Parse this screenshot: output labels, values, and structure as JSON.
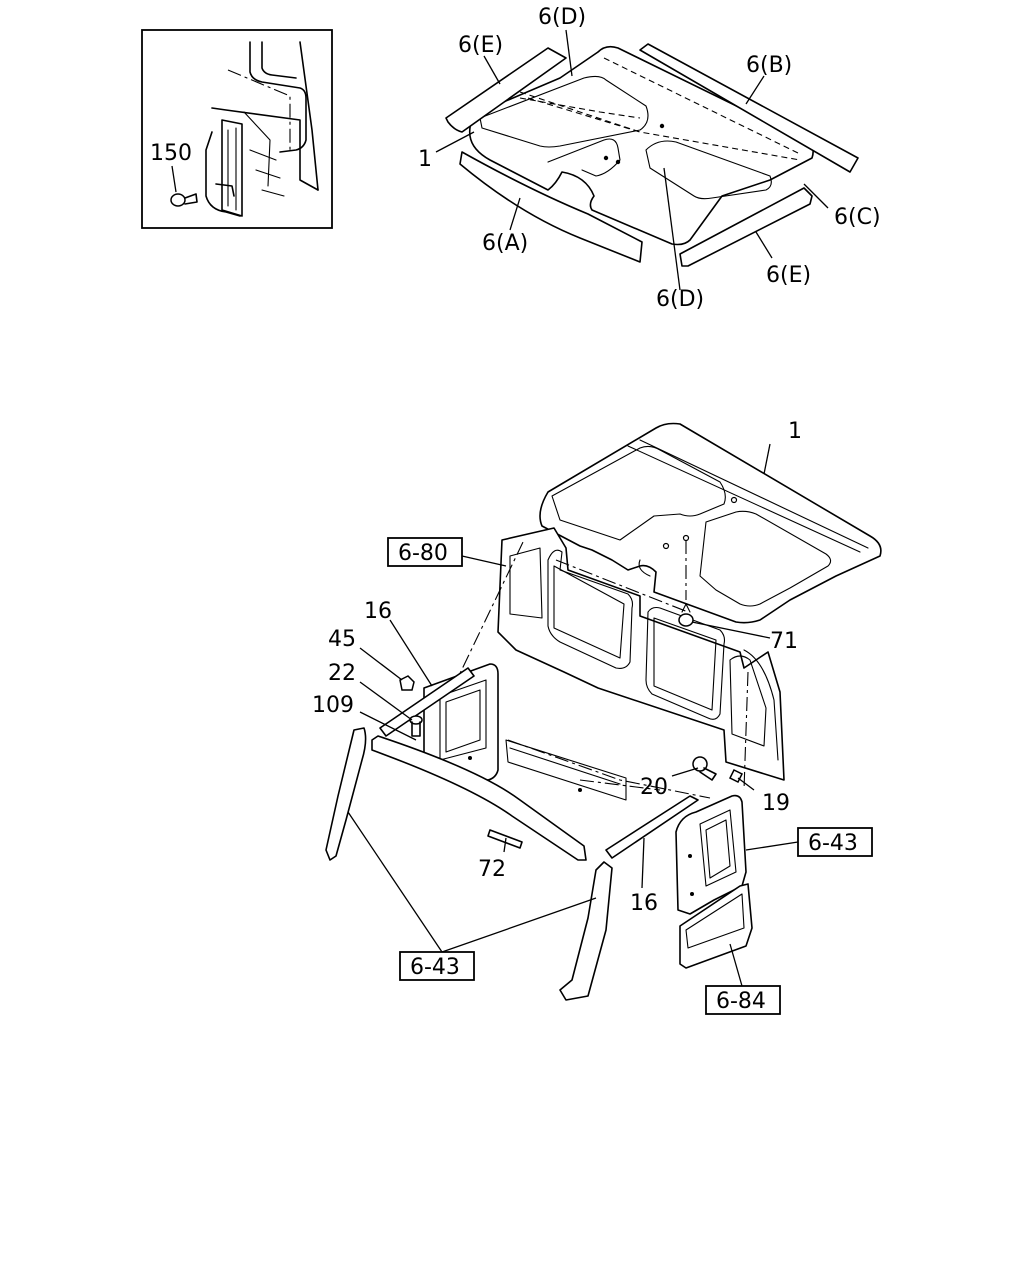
{
  "top_diagram": {
    "inset_callouts": {
      "screw": "150"
    },
    "callouts": {
      "d_top": "6(D)",
      "e_left": "6(E)",
      "b": "6(B)",
      "headlining": "1",
      "c": "6(C)",
      "a": "6(A)",
      "e_right": "6(E)",
      "d_bottom": "6(D)"
    }
  },
  "bottom_diagram": {
    "callouts": {
      "headlining": "1",
      "clip_71": "71",
      "trim_16_left": "16",
      "clip_45": "45",
      "screw_22": "22",
      "strip_109": "109",
      "screw_20": "20",
      "clip_19": "19",
      "strip_72": "72",
      "trim_16_right": "16"
    },
    "ref_boxes": {
      "rear_panel": "6-80",
      "right_pillar": "6-43",
      "left_pillars": "6-43",
      "door_trim": "6-84"
    }
  }
}
